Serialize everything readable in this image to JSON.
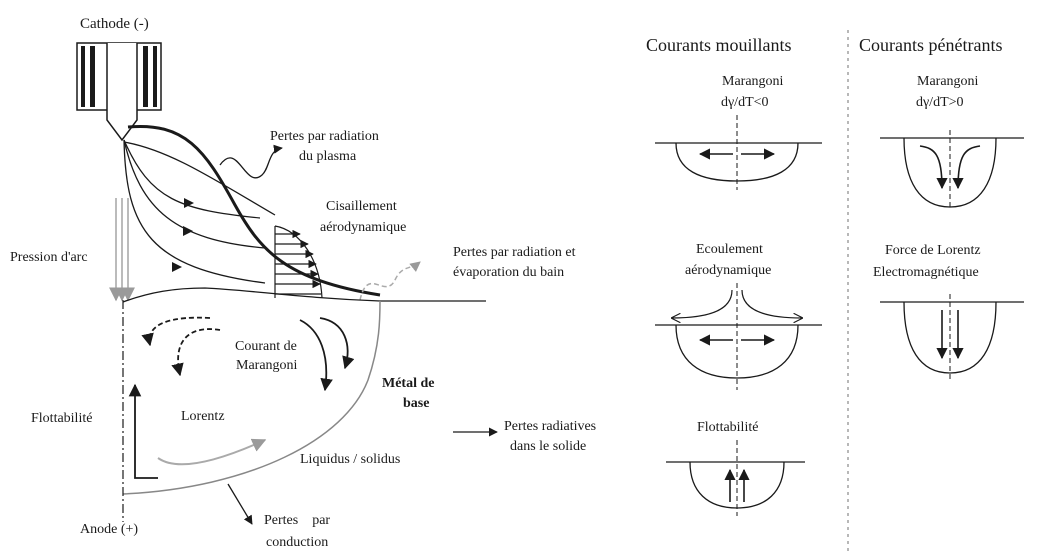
{
  "left": {
    "cathode": "Cathode (-)",
    "anode": "Anode (+)",
    "radiation_plasma": [
      "Pertes par radiation",
      "du plasma"
    ],
    "shear": [
      "Cisaillement",
      "aérodynamique"
    ],
    "radiation_bath": [
      "Pertes par radiation et",
      "évaporation du bain"
    ],
    "arc_pressure": "Pression d'arc",
    "marangoni": [
      "Courant de",
      "Marangoni"
    ],
    "base_metal": [
      "Métal de",
      "base"
    ],
    "buoyancy": "Flottabilité",
    "lorentz": "Lorentz",
    "radiative_solid": [
      "Pertes radiatives",
      "dans le solide"
    ],
    "liquidus": "Liquidus / solidus",
    "conduction": [
      "Pertes    par",
      "conduction"
    ]
  },
  "right": {
    "wetting_header": "Courants mouillants",
    "penetrating_header": "Courants pénétrants",
    "marangoni_neg": [
      "Marangoni",
      "dγ/dT<0"
    ],
    "marangoni_pos": [
      "Marangoni",
      "dγ/dT>0"
    ],
    "aero_flow": [
      "Ecoulement",
      "aérodynamique"
    ],
    "lorentz_force": [
      "Force de Lorentz",
      "Electromagnétique"
    ],
    "buoyancy": "Flottabilité"
  },
  "colors": {
    "line": "#1a1a1a",
    "gray": "#9a9a9a",
    "light_gray": "#c0c0c0"
  },
  "icons": [
    "cathode-electrode-icon",
    "arrow-icon"
  ]
}
